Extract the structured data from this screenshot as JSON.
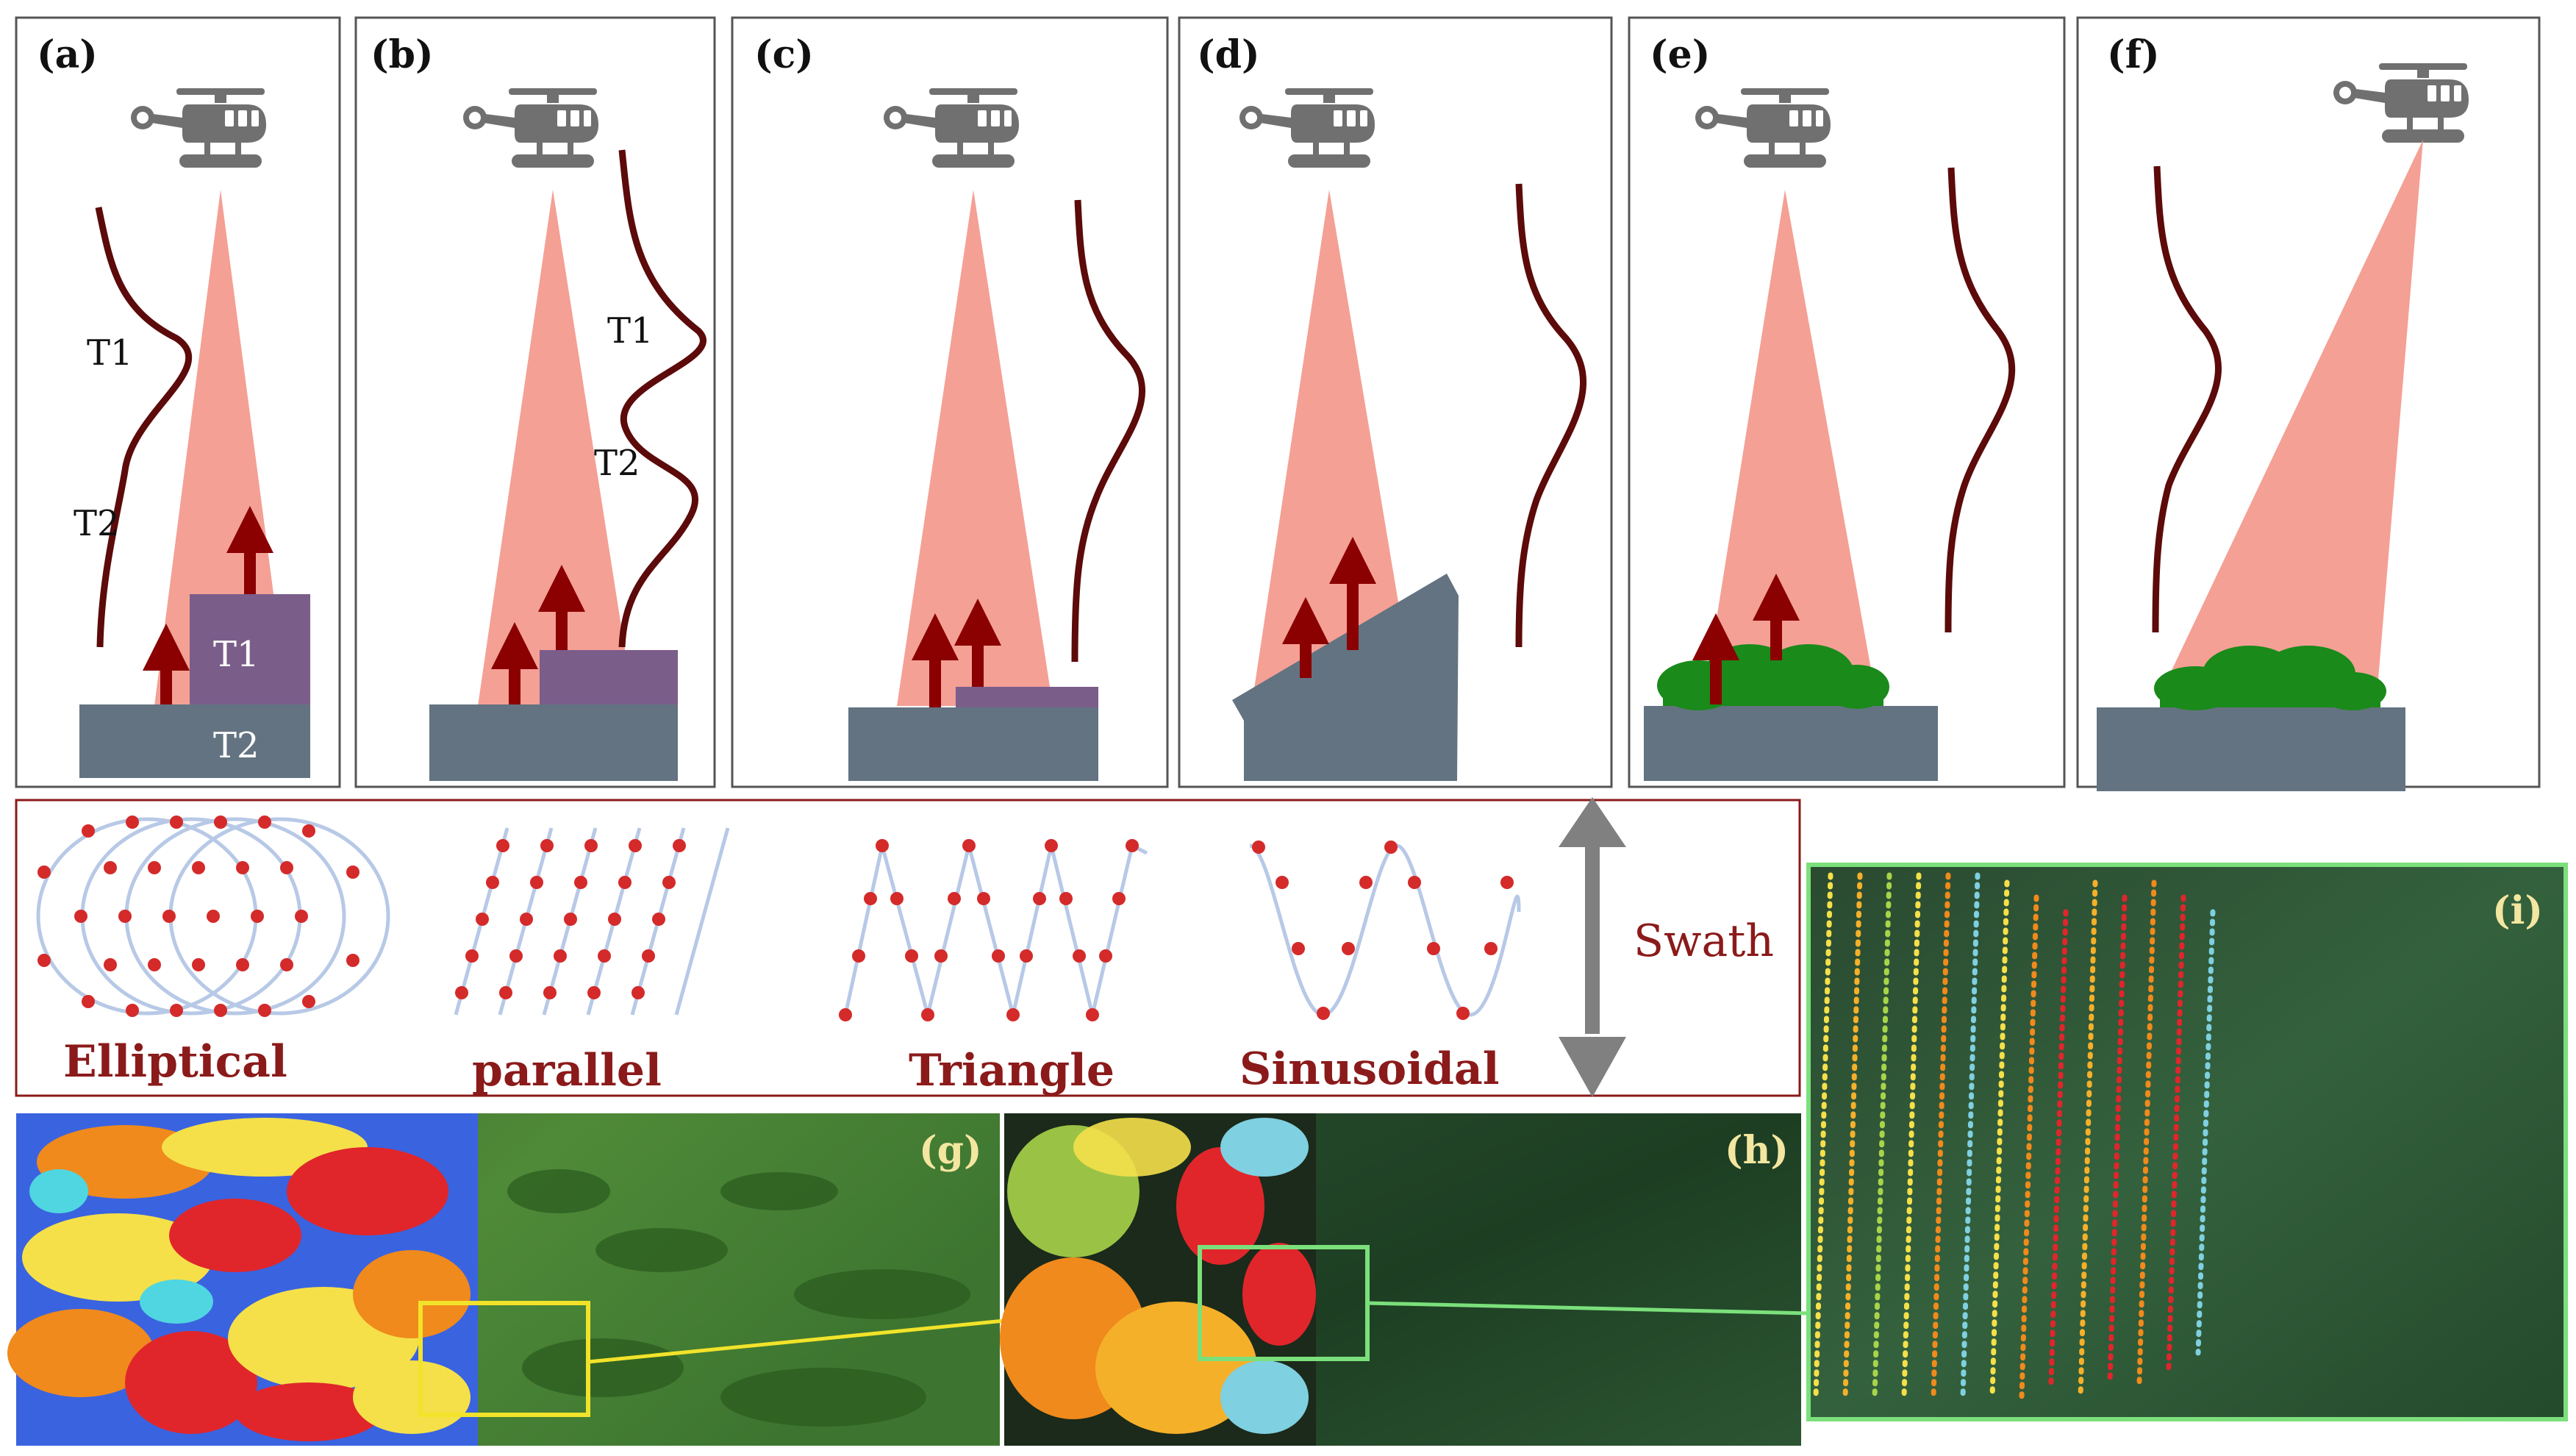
{
  "panels": [
    {
      "letter": "(a)",
      "t1": "T1",
      "t2": "T2",
      "block_t1": "T1",
      "block_t2": "T2"
    },
    {
      "letter": "(b)",
      "t1": "T1",
      "t2": "T2"
    },
    {
      "letter": "(c)"
    },
    {
      "letter": "(d)"
    },
    {
      "letter": "(e)"
    },
    {
      "letter": "(f)"
    }
  ],
  "scan_patterns": {
    "labels": [
      "Elliptical",
      "parallel",
      "Triangle",
      "Sinusoidal"
    ],
    "swath_label": "Swath"
  },
  "photos": {
    "g": "(g)",
    "h": "(h)",
    "i": "(i)"
  },
  "colors": {
    "beam": "#f4a095",
    "waveform": "#5c0a0a",
    "arrow": "#8b0000",
    "ground": "#637381",
    "target_block": "#7b5d8a",
    "vegetation": "#1a8a1a",
    "helicopter": "#707070",
    "scan_point": "#d42a2a",
    "scan_line": "#b7c9e6",
    "pattern_label": "#8b1a1a",
    "yellow_box": "#f2e32a",
    "green_box": "#7be07b"
  }
}
